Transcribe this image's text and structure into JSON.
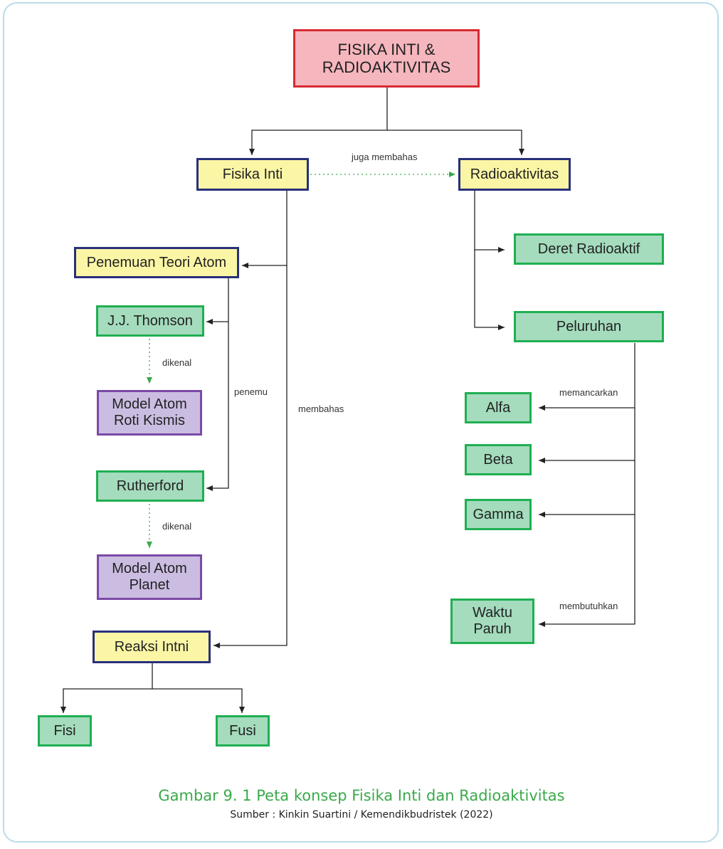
{
  "colors": {
    "title_fill": "#f6b6bd",
    "title_border": "#d82a32",
    "topic_fill": "#fbf6a5",
    "topic_border": "#28307a",
    "leaf_fill": "#a4dcbd",
    "leaf_border": "#1faf52",
    "model_fill": "#cbbde2",
    "model_border": "#7b4aa6",
    "dotted_arrow": "#3aa94b",
    "caption": "#3aa94b"
  },
  "nodes": {
    "root": "FISIKA INTI &\nRADIOAKTIVITAS",
    "fisika_inti": "Fisika Inti",
    "radioaktivitas": "Radioaktivitas",
    "penemuan": "Penemuan Teori Atom",
    "thomson": "J.J. Thomson",
    "model_roti": "Model Atom\nRoti Kismis",
    "rutherford": "Rutherford",
    "model_planet": "Model Atom\nPlanet",
    "reaksi": "Reaksi Intni",
    "fisi": "Fisi",
    "fusi": "Fusi",
    "deret": "Deret Radioaktif",
    "peluruhan": "Peluruhan",
    "alfa": "Alfa",
    "beta": "Beta",
    "gamma": "Gamma",
    "waktu": "Waktu\nParuh"
  },
  "edge_labels": {
    "juga_membahas": "juga membahas",
    "dikenal_1": "dikenal",
    "penemu": "penemu",
    "membahas": "membahas",
    "dikenal_2": "dikenal",
    "memancarkan": "memancarkan",
    "membutuhkan": "membutuhkan"
  },
  "caption": "Gambar 9. 1 Peta konsep Fisika Inti dan Radioaktivitas",
  "source": "Sumber : Kinkin Suartini / Kemendikbudristek (2022)"
}
